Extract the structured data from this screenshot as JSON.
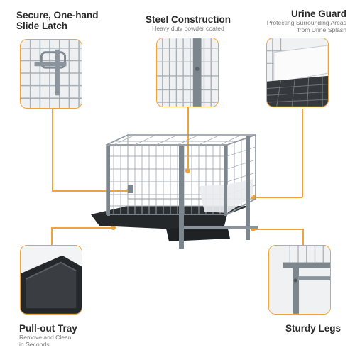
{
  "features": {
    "latch": {
      "title_line1": "Secure, One-hand",
      "title_line2": "Slide Latch"
    },
    "steel": {
      "title": "Steel Construction",
      "subtitle": "Heavy duty powder coated"
    },
    "urine": {
      "title": "Urine Guard",
      "subtitle_line1": "Protecting Surrounding Areas",
      "subtitle_line2": "from Urine Splash"
    },
    "tray": {
      "title": "Pull-out Tray",
      "subtitle_line1": "Remove and Clean",
      "subtitle_line2": "in Seconds"
    },
    "legs": {
      "title": "Sturdy Legs"
    }
  },
  "colors": {
    "accent": "#f0a33a",
    "wire": "#9aa3ad",
    "tray": "#2d3033",
    "leg": "#7d858d",
    "guard": "#e9ecef"
  }
}
